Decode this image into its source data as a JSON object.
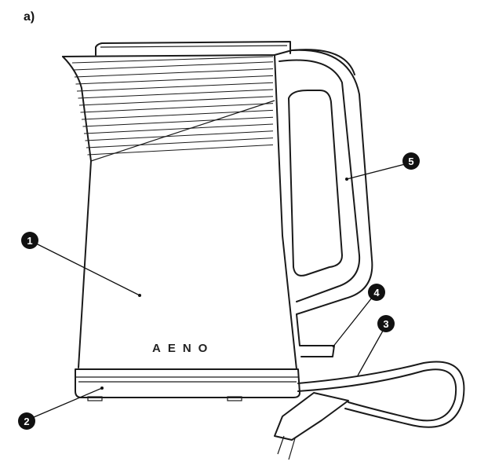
{
  "figure_label": "a)",
  "brand": "AENO",
  "parts": [
    {
      "number": "1"
    },
    {
      "number": "2"
    },
    {
      "number": "3"
    },
    {
      "number": "4"
    },
    {
      "number": "5"
    }
  ]
}
